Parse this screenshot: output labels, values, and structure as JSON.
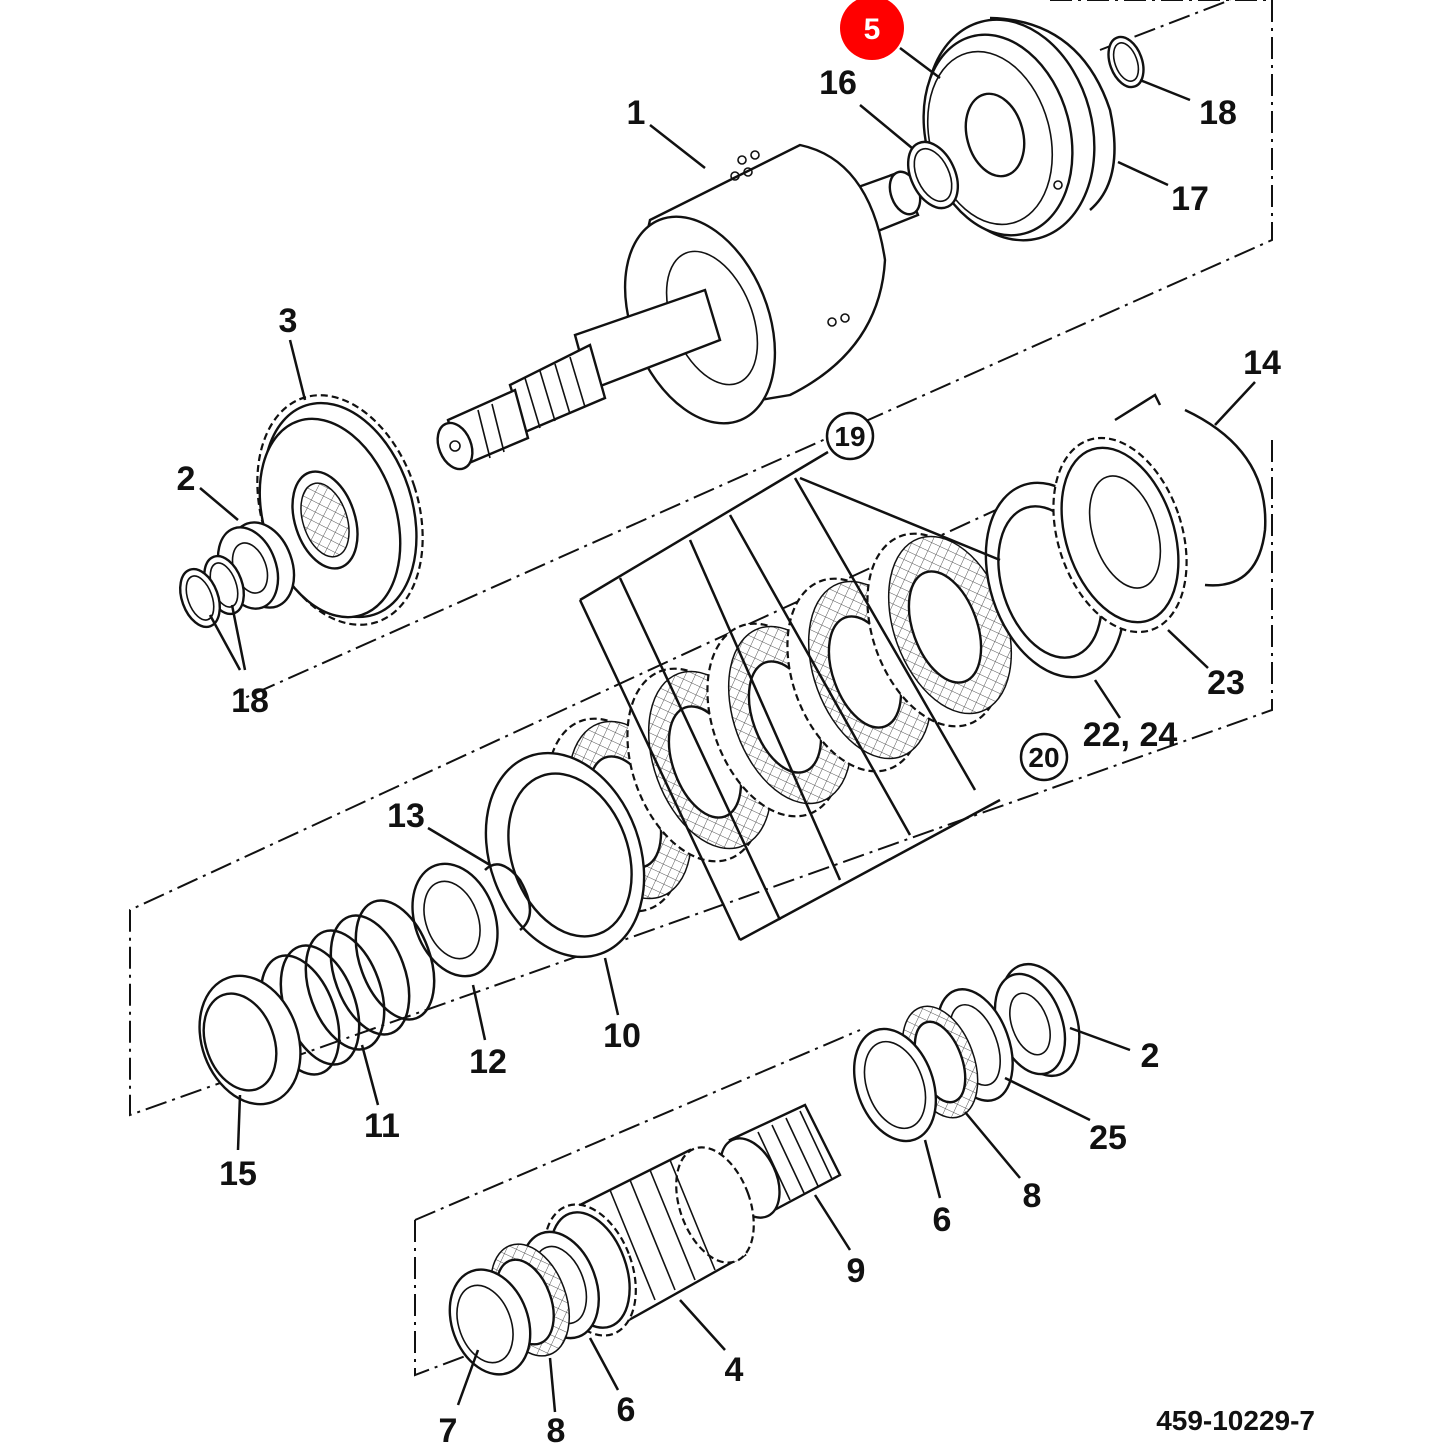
{
  "diagram": {
    "reference_number": "459-10229-7",
    "highlight_color": "#ff0000",
    "callouts": [
      {
        "id": "c5",
        "text": "5",
        "highlighted": true
      },
      {
        "id": "c16",
        "text": "16"
      },
      {
        "id": "c18a",
        "text": "18"
      },
      {
        "id": "c1",
        "text": "1"
      },
      {
        "id": "c17",
        "text": "17"
      },
      {
        "id": "c3",
        "text": "3"
      },
      {
        "id": "c14",
        "text": "14"
      },
      {
        "id": "c19",
        "text": "19",
        "circled": true
      },
      {
        "id": "c2a",
        "text": "2"
      },
      {
        "id": "c18b",
        "text": "18"
      },
      {
        "id": "c23",
        "text": "23"
      },
      {
        "id": "c2224",
        "text": "22, 24"
      },
      {
        "id": "c20",
        "text": "20",
        "circled": true
      },
      {
        "id": "c13",
        "text": "13"
      },
      {
        "id": "c10",
        "text": "10"
      },
      {
        "id": "c12",
        "text": "12"
      },
      {
        "id": "c2b",
        "text": "2"
      },
      {
        "id": "c11",
        "text": "11"
      },
      {
        "id": "c25",
        "text": "25"
      },
      {
        "id": "c15",
        "text": "15"
      },
      {
        "id": "c8a",
        "text": "8"
      },
      {
        "id": "c6a",
        "text": "6"
      },
      {
        "id": "c9",
        "text": "9"
      },
      {
        "id": "c4",
        "text": "4"
      },
      {
        "id": "c7",
        "text": "7"
      },
      {
        "id": "c8b",
        "text": "8"
      },
      {
        "id": "c6b",
        "text": "6"
      }
    ]
  }
}
